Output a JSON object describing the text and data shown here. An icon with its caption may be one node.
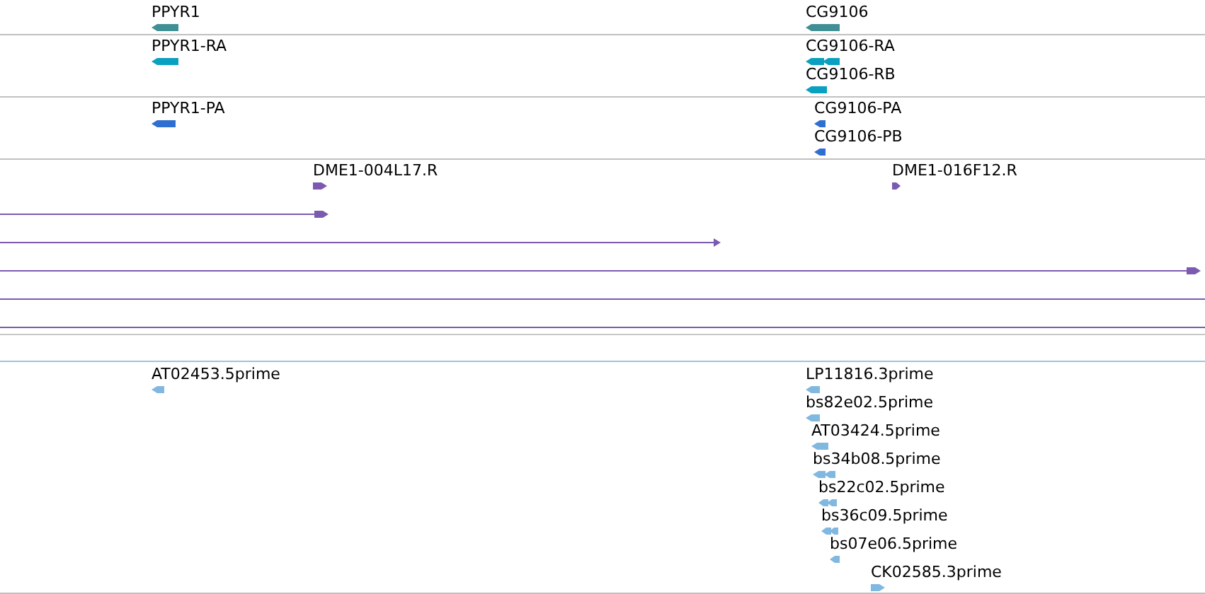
{
  "diagram": {
    "nodes": [
      {
        "text": [
          "PPYR1"
        ]
      },
      {
        "text": [
          "CG9106"
        ]
      },
      {
        "text": [
          "PPYR1-RA"
        ]
      },
      {
        "text": [
          "CG9106-RA"
        ]
      },
      {
        "text": [
          "CG9106-RB"
        ]
      },
      {
        "text": [
          "PPYR1-PA"
        ]
      },
      {
        "text": [
          "CG9106-PA"
        ]
      },
      {
        "text": [
          "CG9106-PB"
        ]
      },
      {
        "text": [
          "DME1-004L17.R"
        ]
      },
      {
        "text": [
          "DME1-016F12.R"
        ]
      },
      {
        "text": [],
        "shape": "bar"
      },
      {
        "text": [],
        "shape": "bar"
      },
      {
        "text": [],
        "shape": "bar"
      },
      {
        "text": [],
        "shape": "bar"
      },
      {
        "text": [],
        "shape": "bar"
      },
      {
        "text": [
          "AT02453.5prime"
        ]
      },
      {
        "text": [
          "LP11816.3prime"
        ]
      },
      {
        "text": [
          "bs82e02.5prime"
        ]
      },
      {
        "text": [
          "AT03424.5prime"
        ]
      },
      {
        "text": [
          "bs34b08.5prime"
        ]
      },
      {
        "text": [
          "bs22c02.5prime"
        ]
      },
      {
        "text": [
          "bs36c09.5prime"
        ]
      },
      {
        "text": [
          "bs07e06.5prime"
        ]
      },
      {
        "text": [
          "CK02585.3prime"
        ]
      }
    ]
  }
}
